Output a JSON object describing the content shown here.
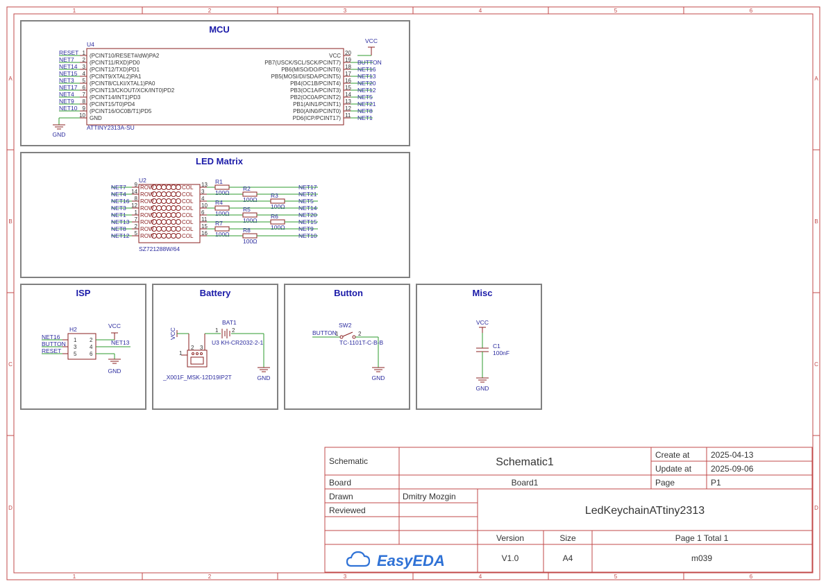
{
  "zones": {
    "columns": [
      "1",
      "2",
      "3",
      "4",
      "5",
      "6"
    ],
    "rows": [
      "A",
      "B",
      "C",
      "D"
    ]
  },
  "sections": {
    "mcu": "MCU",
    "led": "LED Matrix",
    "isp": "ISP",
    "battery": "Battery",
    "button": "Button",
    "misc": "Misc"
  },
  "mcu": {
    "ref": "U4",
    "part": "ATTINY2313A-SU",
    "vcc_label": "VCC",
    "gnd_label": "GND",
    "left_pins": [
      {
        "net": "RESET",
        "num": "1",
        "name": "(PCINT10/RESET#/dW)PA2"
      },
      {
        "net": "NET7",
        "num": "2",
        "name": "(PCINT11/RXD)PD0"
      },
      {
        "net": "NET14",
        "num": "3",
        "name": "(PCINT12/TXD)PD1"
      },
      {
        "net": "NET15",
        "num": "4",
        "name": "(PCINT9/XTAL2)PA1"
      },
      {
        "net": "NET3",
        "num": "5",
        "name": "(PCINT8/CLKI/XTAL1)PA0"
      },
      {
        "net": "NET17",
        "num": "6",
        "name": "(PCINT13/CKOUT/XCK/INT0)PD2"
      },
      {
        "net": "NET4",
        "num": "7",
        "name": "(PCINT14/INT1)PD3"
      },
      {
        "net": "NET9",
        "num": "8",
        "name": "(PCINT15/T0)PD4"
      },
      {
        "net": "NET10",
        "num": "9",
        "name": "(PCINT16/OC0B/T1)PD5"
      },
      {
        "net": "",
        "num": "10",
        "name": "GND"
      }
    ],
    "right_pins": [
      {
        "net": "",
        "num": "20",
        "name": "VCC"
      },
      {
        "net": "BUTTON",
        "num": "19",
        "name": "PB7(USCK/SCL/SCK/PCINT7)"
      },
      {
        "net": "NET16",
        "num": "18",
        "name": "PB6(MISO/DO/PCINT6)"
      },
      {
        "net": "NET13",
        "num": "17",
        "name": "PB5(MOSI/DI/SDA/PCINT5)"
      },
      {
        "net": "NET20",
        "num": "16",
        "name": "PB4(OC1B/PCINT4)"
      },
      {
        "net": "NET12",
        "num": "15",
        "name": "PB3(OC1A/PCINT3)"
      },
      {
        "net": "NET5",
        "num": "14",
        "name": "PB2(OC0A/PCINT2)"
      },
      {
        "net": "NET21",
        "num": "13",
        "name": "PB1(AIN1/PCINT1)"
      },
      {
        "net": "NET8",
        "num": "12",
        "name": "PB0(AIN0/PCINT0)"
      },
      {
        "net": "NET1",
        "num": "11",
        "name": "PD6(ICP/PCINT17)"
      }
    ]
  },
  "led": {
    "ref": "U2",
    "part": "SZ721288W/64",
    "row_label": "ROW",
    "col_label": "COL",
    "left": [
      {
        "net": "NET7",
        "num": "9"
      },
      {
        "net": "NET4",
        "num": "14"
      },
      {
        "net": "NET16",
        "num": "8"
      },
      {
        "net": "NET3",
        "num": "12"
      },
      {
        "net": "NET1",
        "num": "1"
      },
      {
        "net": "NET13",
        "num": "7"
      },
      {
        "net": "NET8",
        "num": "2"
      },
      {
        "net": "NET12",
        "num": "5"
      }
    ],
    "right_pins": [
      "13",
      "3",
      "4",
      "10",
      "6",
      "11",
      "15",
      "16"
    ],
    "resistors": [
      {
        "ref": "R1",
        "val": "100Ω"
      },
      {
        "ref": "R2",
        "val": "100Ω"
      },
      {
        "ref": "R3",
        "val": "100Ω"
      },
      {
        "ref": "R4",
        "val": "100Ω"
      },
      {
        "ref": "R5",
        "val": "100Ω"
      },
      {
        "ref": "R6",
        "val": "100Ω"
      },
      {
        "ref": "R7",
        "val": "100Ω"
      },
      {
        "ref": "R8",
        "val": "100Ω"
      }
    ],
    "right_nets": [
      "NET17",
      "NET21",
      "NET5",
      "NET14",
      "NET20",
      "NET15",
      "NET9",
      "NET10"
    ]
  },
  "isp": {
    "ref": "H2",
    "vcc": "VCC",
    "gnd": "GND",
    "left_nets": [
      "NET16",
      "BUTTON",
      "RESET"
    ],
    "left_pins": [
      "1",
      "3",
      "5"
    ],
    "right_pins": [
      "2",
      "4",
      "6"
    ],
    "right_net": "NET13"
  },
  "battery": {
    "ref": "BAT1",
    "pin1": "1",
    "pin2": "2",
    "part": "U3  KH-CR2032-2-1",
    "vcc": "VCC",
    "gnd": "GND",
    "switch_part": "_X001F_MSK-12D19IP2T",
    "switch_pins": [
      "1",
      "2",
      "3"
    ]
  },
  "button": {
    "ref": "SW2",
    "net": "BUTTON",
    "pin1": "1",
    "pin2": "2",
    "part": "TC-1101T-C-B-B",
    "gnd": "GND"
  },
  "misc": {
    "vcc": "VCC",
    "ref": "C1",
    "value": "100nF",
    "gnd": "GND"
  },
  "title_block": {
    "schematic_label": "Schematic",
    "schematic_name": "Schematic1",
    "board_label": "Board",
    "board_name": "Board1",
    "create_label": "Create at",
    "create_date": "2025-04-13",
    "update_label": "Update at",
    "update_date": "2025-09-06",
    "page_label": "Page",
    "page_value": "P1",
    "drawn_label": "Drawn",
    "drawn_value": "Dmitry Mozgin",
    "reviewed_label": "Reviewed",
    "reviewed_value": "",
    "project": "LedKeychainATtiny2313",
    "version_label": "Version",
    "version_value": "V1.0",
    "size_label": "Size",
    "size_value": "A4",
    "page_total": "Page  1  Total  1",
    "doc_number": "m039",
    "logo_text": "EasyEDA"
  },
  "colors": {
    "frame": "#c24848",
    "title": "#1a1aa8",
    "net": "#2b2b9e",
    "wire": "#2e9b2e",
    "component": "#8a1f1f",
    "logo": "#2f72d6"
  }
}
